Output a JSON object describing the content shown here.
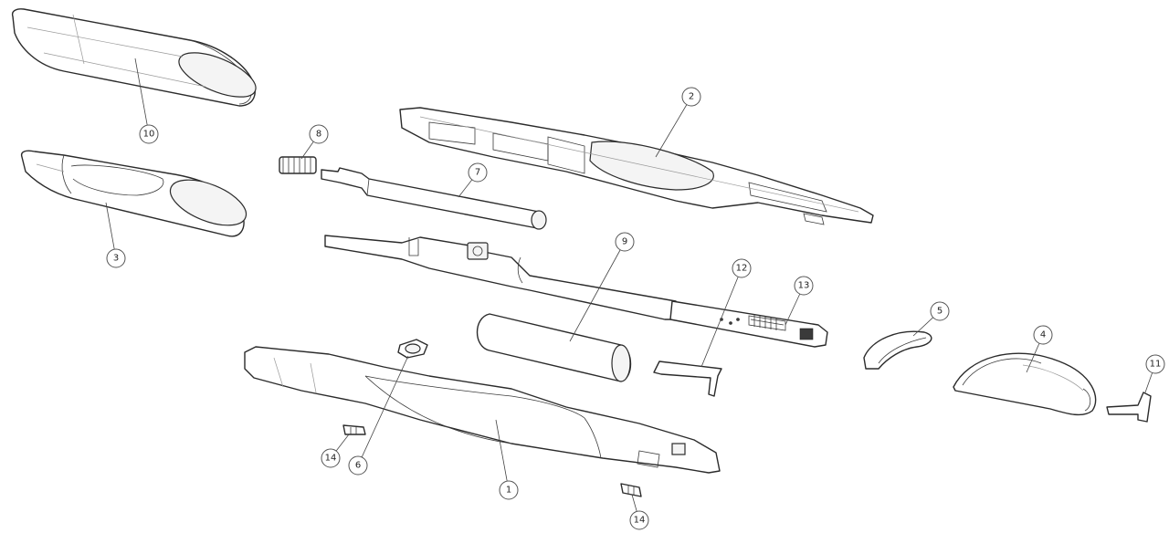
{
  "callouts": [
    {
      "id": "c1",
      "label": "1"
    },
    {
      "id": "c2",
      "label": "2"
    },
    {
      "id": "c3",
      "label": "3"
    },
    {
      "id": "c4",
      "label": "4"
    },
    {
      "id": "c5",
      "label": "5"
    },
    {
      "id": "c6",
      "label": "6"
    },
    {
      "id": "c7",
      "label": "7"
    },
    {
      "id": "c8",
      "label": "8"
    },
    {
      "id": "c9",
      "label": "9"
    },
    {
      "id": "c10",
      "label": "10"
    },
    {
      "id": "c11",
      "label": "11"
    },
    {
      "id": "c12",
      "label": "12"
    },
    {
      "id": "c13",
      "label": "13"
    },
    {
      "id": "c14a",
      "label": "14"
    },
    {
      "id": "c14b",
      "label": "14"
    }
  ]
}
